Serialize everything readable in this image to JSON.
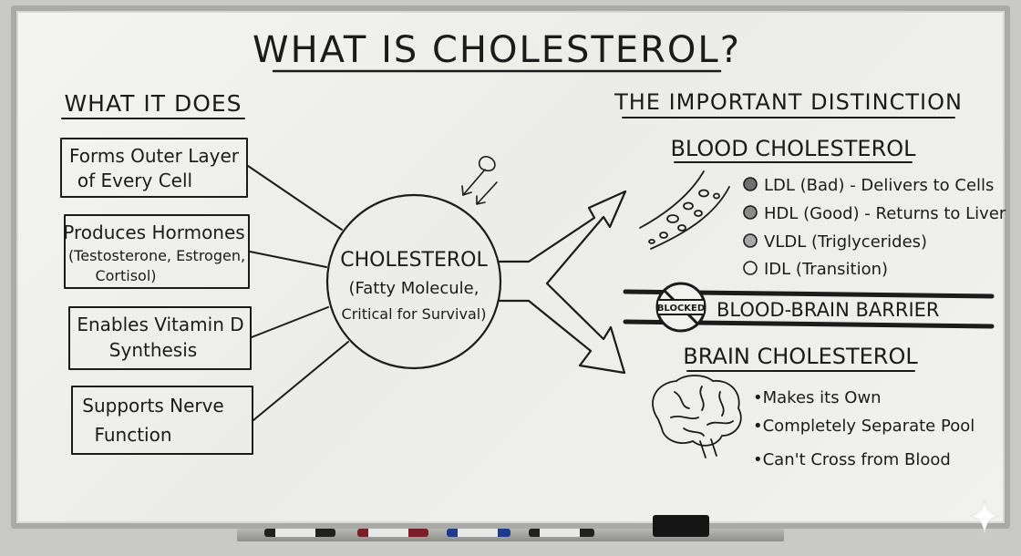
{
  "title": "WHAT IS CHOLESTEROL?",
  "left": {
    "heading": "WHAT IT DOES",
    "boxes": [
      {
        "line1": "Forms Outer Layer",
        "line2": "of Every Cell"
      },
      {
        "line1": "Produces Hormones",
        "line2": "(Testosterone, Estrogen,",
        "line3": "Cortisol)"
      },
      {
        "line1": "Enables Vitamin D",
        "line2": "Synthesis"
      },
      {
        "line1": "Supports Nerve",
        "line2": "Function"
      }
    ]
  },
  "center": {
    "label": "CHOLESTEROL",
    "sub1": "(Fatty Molecule,",
    "sub2": "Critical for Survival)"
  },
  "right": {
    "heading": "THE IMPORTANT DISTINCTION",
    "blood": {
      "heading": "BLOOD CHOLESTEROL",
      "items": [
        "LDL (Bad) - Delivers to Cells",
        "HDL (Good) - Returns to Liver",
        "VLDL (Triglycerides)",
        "IDL (Transition)"
      ]
    },
    "barrier": {
      "badge": "BLOCKED",
      "label": "BLOOD-BRAIN BARRIER"
    },
    "brain": {
      "heading": "BRAIN CHOLESTEROL",
      "items": [
        "•Makes its Own",
        "•Completely Separate Pool",
        "•Can't Cross from Blood"
      ]
    }
  },
  "markers": [
    {
      "name": "black-marker",
      "cap": "#222222"
    },
    {
      "name": "red-marker",
      "cap": "#7a1f2a"
    },
    {
      "name": "blue-marker",
      "cap": "#1f3a8a"
    },
    {
      "name": "black-marker-2",
      "cap": "#222222"
    }
  ],
  "icons": [
    "blood-vessel-icon",
    "brain-icon",
    "blocked-sign-icon",
    "curly-arrow-icon",
    "split-arrow-icon"
  ]
}
